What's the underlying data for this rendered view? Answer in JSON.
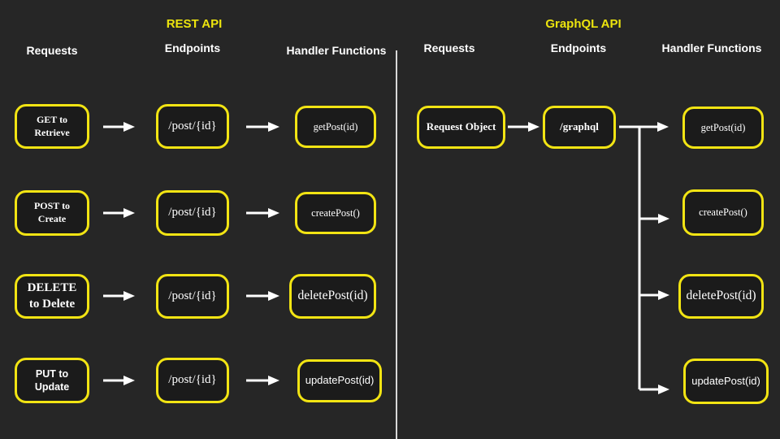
{
  "colors": {
    "background": "#262626",
    "box_fill": "#1b1b1b",
    "box_border_yellow": "#f2e413",
    "title_yellow": "#ece40e",
    "text_white": "#ffffff",
    "arrow_white": "#ffffff",
    "divider_gray": "#d8d8d8"
  },
  "rest": {
    "title": "REST API",
    "columns": [
      "Requests",
      "Endpoints",
      "Handler Functions"
    ],
    "rows": [
      {
        "request": "GET to Retrieve",
        "endpoint": "/post/{id}",
        "handler": "getPost(id)"
      },
      {
        "request": "POST to Create",
        "endpoint": "/post/{id}",
        "handler": "createPost()"
      },
      {
        "request": "DELETE to Delete",
        "endpoint": "/post/{id}",
        "handler": "deletePost(id)"
      },
      {
        "request": "PUT to Update",
        "endpoint": "/post/{id}",
        "handler": "updatePost(id)"
      }
    ]
  },
  "graphql": {
    "title": "GraphQL API",
    "columns": [
      "Requests",
      "Endpoints",
      "Handler Functions"
    ],
    "request": "Request Object",
    "endpoint": "/graphql",
    "handlers": [
      "getPost(id)",
      "createPost()",
      "deletePost(id)",
      "updatePost(id)"
    ]
  }
}
